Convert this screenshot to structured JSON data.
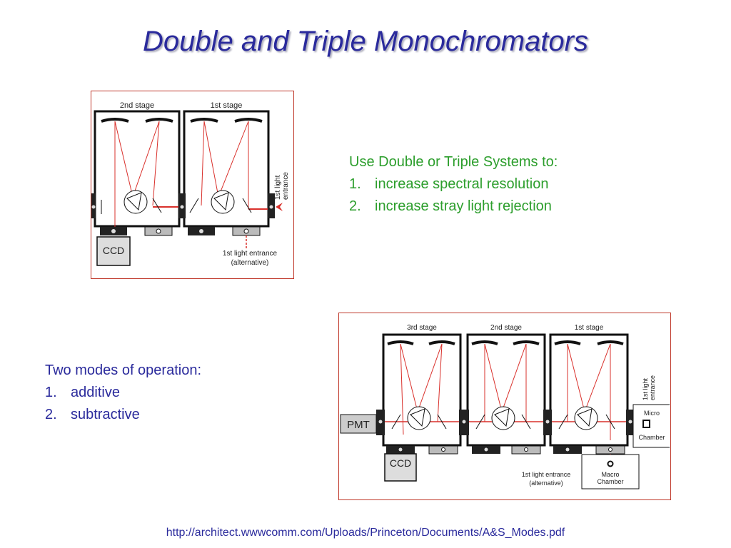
{
  "title": "Double and Triple Monochromators",
  "uses_block": {
    "heading": "Use Double or Triple Systems to:",
    "items": [
      {
        "num": "1.",
        "text": "increase spectral resolution"
      },
      {
        "num": "2.",
        "text": "increase stray light rejection"
      }
    ]
  },
  "modes_block": {
    "heading": "Two modes of operation:",
    "items": [
      {
        "num": "1.",
        "text": "additive"
      },
      {
        "num": "2.",
        "text": "subtractive"
      }
    ]
  },
  "double_diagram": {
    "stage_labels": [
      "2nd stage",
      "1st stage"
    ],
    "ccd_label": "CCD",
    "entrance_label_line1": "1st light",
    "entrance_label_line2": "entrance",
    "alt_entrance_line1": "1st light entrance",
    "alt_entrance_line2": "(alternative)"
  },
  "triple_diagram": {
    "stage_labels": [
      "3rd stage",
      "2nd stage",
      "1st stage"
    ],
    "pmt_label": "PMT",
    "ccd_label": "CCD",
    "entrance_label_line1": "1st light",
    "entrance_label_line2": "entrance",
    "micro_label": "Micro",
    "chamber_label": "Chamber",
    "alt_entrance_line1": "1st light entrance",
    "alt_entrance_line2": "(alternative)",
    "macro_label": "Macro",
    "macro_chamber_label": "Chamber"
  },
  "colors": {
    "beam": "#d9302b",
    "title": "#2a2a9c",
    "uses_text": "#2c9e2c",
    "frame": "#c0392b"
  },
  "footer_url": "http://architect.wwwcomm.com/Uploads/Princeton/Documents/A&S_Modes.pdf"
}
